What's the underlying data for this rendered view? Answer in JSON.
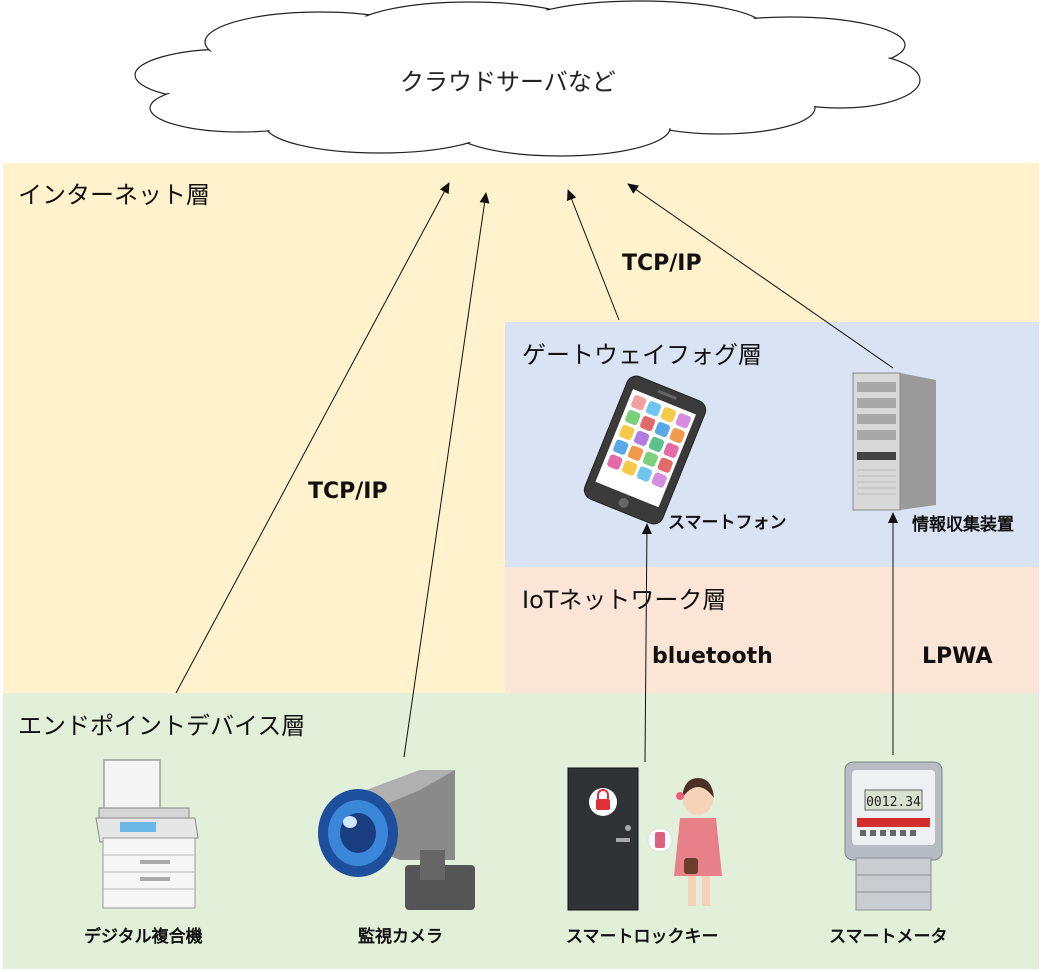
{
  "cloud": {
    "label": "クラウドサーバなど"
  },
  "layers": {
    "internet": "インターネット層",
    "gateway": "ゲートウェイフォグ層",
    "iot_network": "IoTネットワーク層",
    "endpoint": "エンドポイントデバイス層"
  },
  "protocols": {
    "tcp_ip_left": "TCP/IP",
    "tcp_ip_top": "TCP/IP",
    "bluetooth": "bluetooth",
    "lpwa": "LPWA"
  },
  "gateway_devices": {
    "smartphone": "スマートフォン",
    "collector": "情報収集装置"
  },
  "endpoint_devices": {
    "mfp": "デジタル複合機",
    "camera": "監視カメラ",
    "smart_lock": "スマートロックキー",
    "smart_meter": "スマートメータ",
    "meter_display": "0012.34"
  },
  "colors": {
    "internet_layer": "#fff2cc",
    "gateway_layer": "#dae3f3",
    "iot_layer": "#fbe5d6",
    "endpoint_layer": "#e2efd9"
  }
}
